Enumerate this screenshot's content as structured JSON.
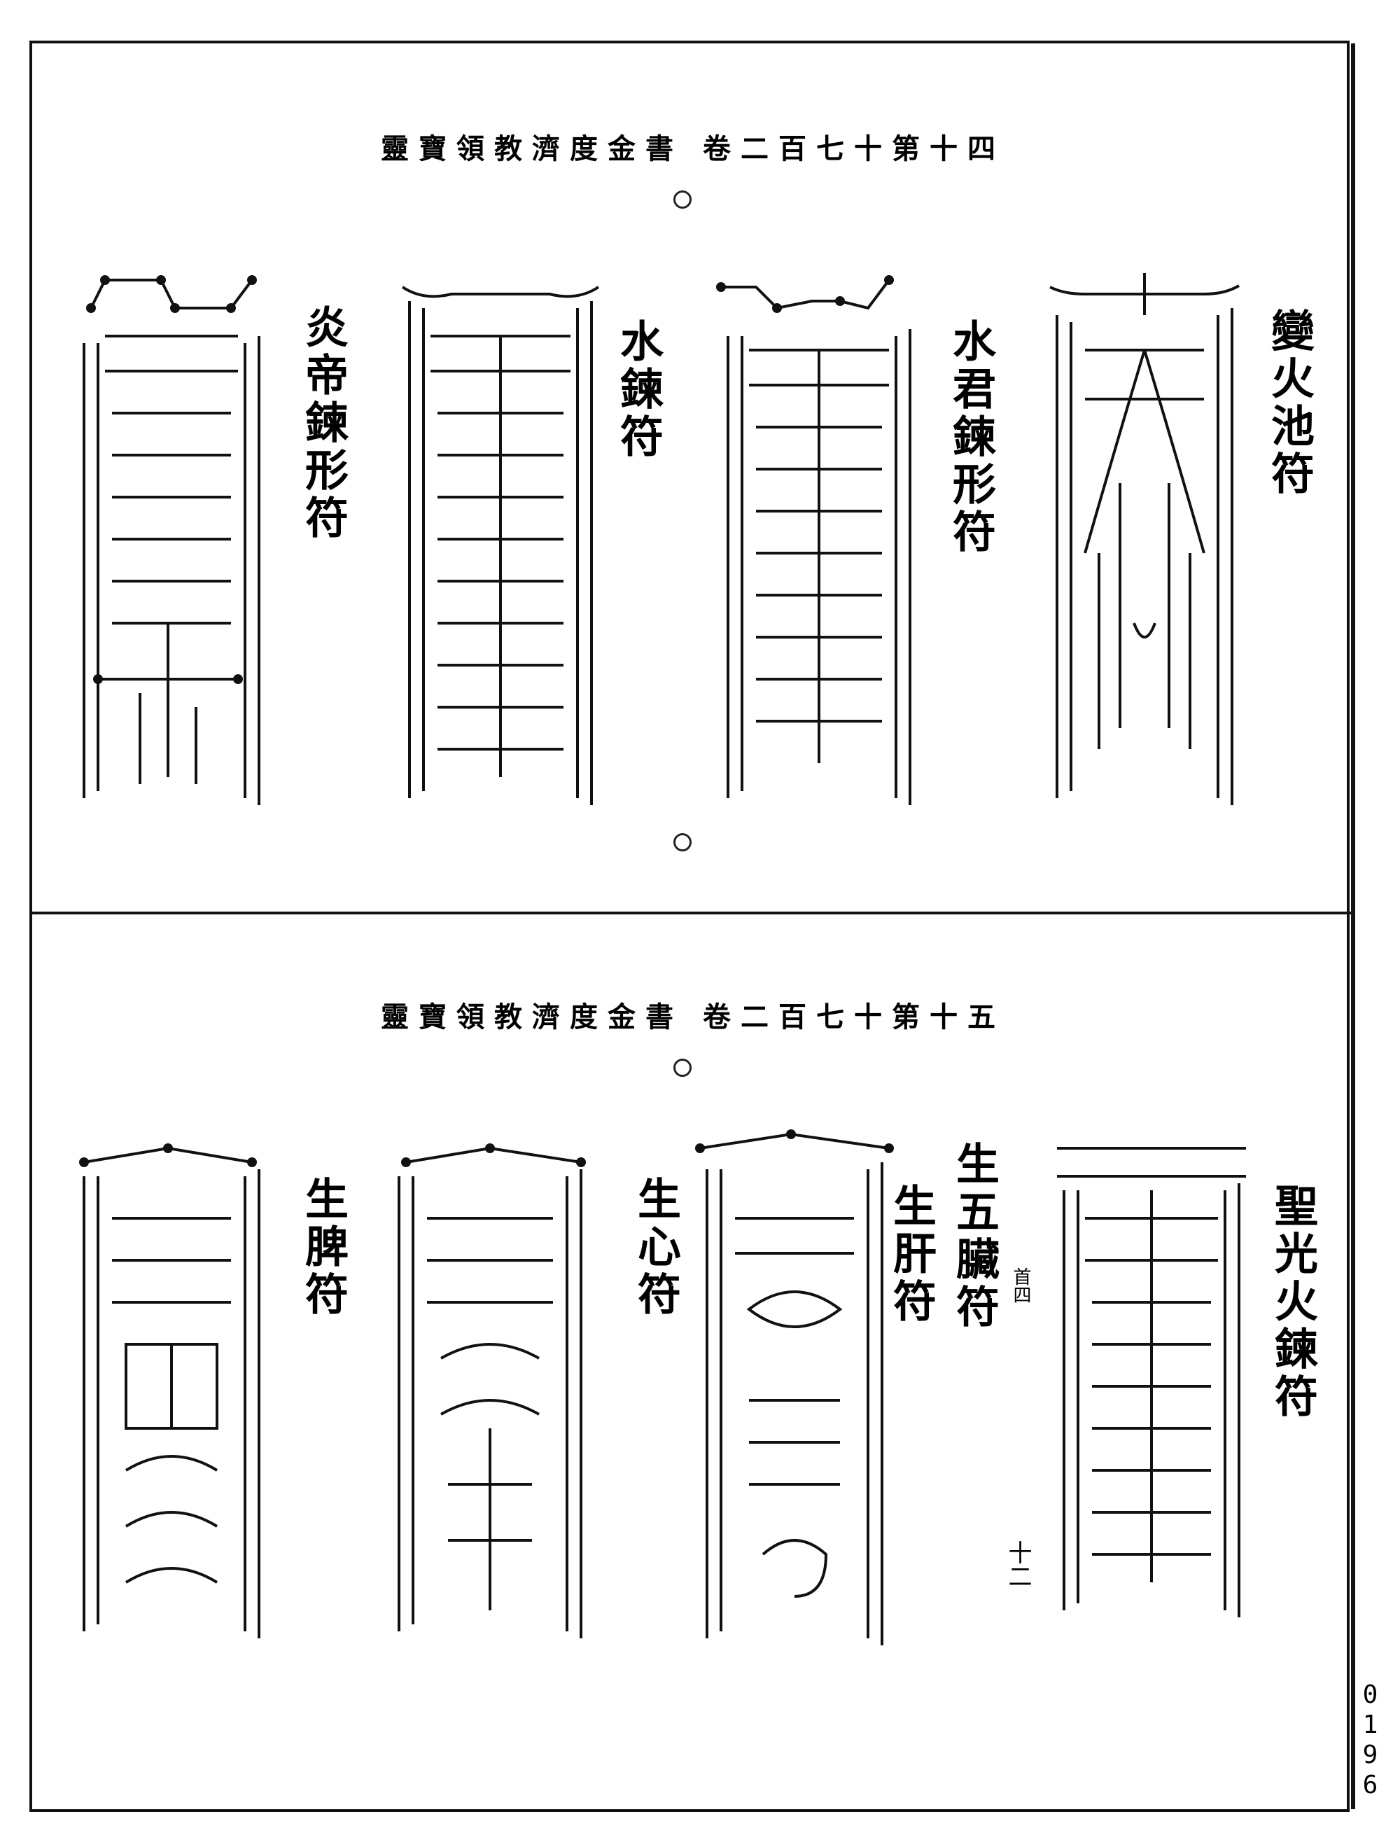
{
  "page_number": "0196",
  "top_panel": {
    "header": "靈寶領教濟度金書 卷二百七十第十四",
    "talismans": [
      {
        "label": "變火池符"
      },
      {
        "label": "水君鍊形符"
      },
      {
        "label": "水鍊符"
      },
      {
        "label": "炎帝鍊形符"
      }
    ]
  },
  "bottom_panel": {
    "header": "靈寶領教濟度金書 卷二百七十第十五",
    "talismans": [
      {
        "label": "聖光火鍊符"
      },
      {
        "label": "生五臟符",
        "note": "首四"
      },
      {
        "label": "生肝符"
      },
      {
        "label": "生心符"
      },
      {
        "label": "生脾符"
      }
    ],
    "side_number": "十二"
  }
}
